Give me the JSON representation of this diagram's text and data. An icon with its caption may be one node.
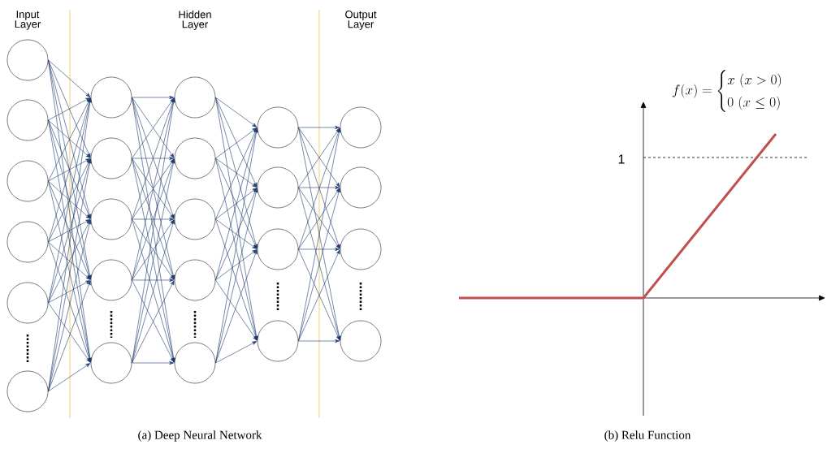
{
  "diagram": {
    "nodes": [
      {
        "text": [],
        "shape": "circle"
      },
      {
        "text": [],
        "shape": "circle"
      },
      {
        "text": [],
        "shape": "circle"
      },
      {
        "text": [],
        "shape": "circle"
      },
      {
        "text": [],
        "shape": "circle"
      },
      {
        "text": [],
        "shape": "circle"
      },
      {
        "text": [],
        "shape": "circle"
      },
      {
        "text": [],
        "shape": "circle"
      },
      {
        "text": [],
        "shape": "circle"
      },
      {
        "text": [],
        "shape": "circle"
      },
      {
        "text": [],
        "shape": "circle"
      },
      {
        "text": [],
        "shape": "circle"
      },
      {
        "text": [],
        "shape": "circle"
      },
      {
        "text": [],
        "shape": "circle"
      },
      {
        "text": [],
        "shape": "circle"
      },
      {
        "text": [],
        "shape": "circle"
      },
      {
        "text": [],
        "shape": "circle"
      },
      {
        "text": [],
        "shape": "circle"
      },
      {
        "text": [],
        "shape": "circle"
      },
      {
        "text": [],
        "shape": "circle"
      },
      {
        "text": [],
        "shape": "circle"
      },
      {
        "text": [],
        "shape": "circle"
      },
      {
        "text": [],
        "shape": "circle"
      },
      {
        "text": [],
        "shape": "circle"
      }
    ],
    "edges": [
      {
        "from": 0,
        "to": 6,
        "arrow": "to"
      },
      {
        "from": 0,
        "to": 7,
        "arrow": "to"
      },
      {
        "from": 0,
        "to": 8,
        "arrow": "to"
      },
      {
        "from": 0,
        "to": 9,
        "arrow": "to"
      },
      {
        "from": 0,
        "to": 10,
        "arrow": "to"
      },
      {
        "from": 1,
        "to": 6,
        "arrow": "to"
      },
      {
        "from": 1,
        "to": 7,
        "arrow": "to"
      },
      {
        "from": 1,
        "to": 8,
        "arrow": "to"
      },
      {
        "from": 1,
        "to": 9,
        "arrow": "to"
      },
      {
        "from": 1,
        "to": 10,
        "arrow": "to"
      },
      {
        "from": 2,
        "to": 6,
        "arrow": "to"
      },
      {
        "from": 2,
        "to": 7,
        "arrow": "to"
      },
      {
        "from": 2,
        "to": 8,
        "arrow": "to"
      },
      {
        "from": 2,
        "to": 9,
        "arrow": "to"
      },
      {
        "from": 2,
        "to": 10,
        "arrow": "to"
      },
      {
        "from": 3,
        "to": 6,
        "arrow": "to"
      },
      {
        "from": 3,
        "to": 7,
        "arrow": "to"
      },
      {
        "from": 3,
        "to": 8,
        "arrow": "to"
      },
      {
        "from": 3,
        "to": 9,
        "arrow": "to"
      },
      {
        "from": 3,
        "to": 10,
        "arrow": "to"
      },
      {
        "from": 4,
        "to": 6,
        "arrow": "to"
      },
      {
        "from": 4,
        "to": 7,
        "arrow": "to"
      },
      {
        "from": 4,
        "to": 8,
        "arrow": "to"
      },
      {
        "from": 4,
        "to": 9,
        "arrow": "to"
      },
      {
        "from": 4,
        "to": 10,
        "arrow": "to"
      },
      {
        "from": 5,
        "to": 6,
        "arrow": "to"
      },
      {
        "from": 5,
        "to": 7,
        "arrow": "to"
      },
      {
        "from": 5,
        "to": 8,
        "arrow": "to"
      },
      {
        "from": 5,
        "to": 9,
        "arrow": "to"
      },
      {
        "from": 5,
        "to": 10,
        "arrow": "to"
      },
      {
        "from": 6,
        "to": 11,
        "arrow": "to"
      },
      {
        "from": 6,
        "to": 12,
        "arrow": "to"
      },
      {
        "from": 6,
        "to": 13,
        "arrow": "to"
      },
      {
        "from": 6,
        "to": 14,
        "arrow": "to"
      },
      {
        "from": 6,
        "to": 15,
        "arrow": "to"
      },
      {
        "from": 7,
        "to": 11,
        "arrow": "to"
      },
      {
        "from": 7,
        "to": 12,
        "arrow": "to"
      },
      {
        "from": 7,
        "to": 13,
        "arrow": "to"
      },
      {
        "from": 7,
        "to": 14,
        "arrow": "to"
      },
      {
        "from": 7,
        "to": 15,
        "arrow": "to"
      },
      {
        "from": 8,
        "to": 11,
        "arrow": "to"
      },
      {
        "from": 8,
        "to": 12,
        "arrow": "to"
      },
      {
        "from": 8,
        "to": 13,
        "arrow": "to"
      },
      {
        "from": 8,
        "to": 14,
        "arrow": "to"
      },
      {
        "from": 8,
        "to": 15,
        "arrow": "to"
      },
      {
        "from": 9,
        "to": 11,
        "arrow": "to"
      },
      {
        "from": 9,
        "to": 12,
        "arrow": "to"
      },
      {
        "from": 9,
        "to": 13,
        "arrow": "to"
      },
      {
        "from": 9,
        "to": 14,
        "arrow": "to"
      },
      {
        "from": 9,
        "to": 15,
        "arrow": "to"
      },
      {
        "from": 10,
        "to": 11,
        "arrow": "to"
      },
      {
        "from": 10,
        "to": 12,
        "arrow": "to"
      },
      {
        "from": 10,
        "to": 13,
        "arrow": "to"
      },
      {
        "from": 10,
        "to": 14,
        "arrow": "to"
      },
      {
        "from": 10,
        "to": 15,
        "arrow": "to"
      },
      {
        "from": 11,
        "to": 16,
        "arrow": "to"
      },
      {
        "from": 11,
        "to": 17,
        "arrow": "to"
      },
      {
        "from": 11,
        "to": 18,
        "arrow": "to"
      },
      {
        "from": 11,
        "to": 19,
        "arrow": "to"
      },
      {
        "from": 12,
        "to": 16,
        "arrow": "to"
      },
      {
        "from": 12,
        "to": 17,
        "arrow": "to"
      },
      {
        "from": 12,
        "to": 18,
        "arrow": "to"
      },
      {
        "from": 12,
        "to": 19,
        "arrow": "to"
      },
      {
        "from": 13,
        "to": 16,
        "arrow": "to"
      },
      {
        "from": 13,
        "to": 17,
        "arrow": "to"
      },
      {
        "from": 13,
        "to": 18,
        "arrow": "to"
      },
      {
        "from": 13,
        "to": 19,
        "arrow": "to"
      },
      {
        "from": 14,
        "to": 16,
        "arrow": "to"
      },
      {
        "from": 14,
        "to": 17,
        "arrow": "to"
      },
      {
        "from": 14,
        "to": 18,
        "arrow": "to"
      },
      {
        "from": 14,
        "to": 19,
        "arrow": "to"
      },
      {
        "from": 15,
        "to": 16,
        "arrow": "to"
      },
      {
        "from": 15,
        "to": 17,
        "arrow": "to"
      },
      {
        "from": 15,
        "to": 18,
        "arrow": "to"
      },
      {
        "from": 15,
        "to": 19,
        "arrow": "to"
      },
      {
        "from": 16,
        "to": 20,
        "arrow": "to"
      },
      {
        "from": 16,
        "to": 21,
        "arrow": "to"
      },
      {
        "from": 16,
        "to": 22,
        "arrow": "to"
      },
      {
        "from": 16,
        "to": 23,
        "arrow": "to"
      },
      {
        "from": 17,
        "to": 20,
        "arrow": "to"
      },
      {
        "from": 17,
        "to": 21,
        "arrow": "to"
      },
      {
        "from": 17,
        "to": 22,
        "arrow": "to"
      },
      {
        "from": 17,
        "to": 23,
        "arrow": "to"
      },
      {
        "from": 18,
        "to": 20,
        "arrow": "to"
      },
      {
        "from": 18,
        "to": 21,
        "arrow": "to"
      },
      {
        "from": 18,
        "to": 22,
        "arrow": "to"
      },
      {
        "from": 18,
        "to": 23,
        "arrow": "to"
      },
      {
        "from": 19,
        "to": 20,
        "arrow": "to"
      },
      {
        "from": 19,
        "to": 21,
        "arrow": "to"
      },
      {
        "from": 19,
        "to": 22,
        "arrow": "to"
      },
      {
        "from": 19,
        "to": 23,
        "arrow": "to"
      }
    ],
    "labels": [
      "Input Layer",
      "Hidden Layer",
      "Output Layer",
      "f(x)=\\begin{cases}x\\ (x>0)\\\\0\\ (x\\leq 0)\\end{cases}",
      "1",
      "(a) Deep Neural Network",
      "(b) Relu Function"
    ]
  }
}
